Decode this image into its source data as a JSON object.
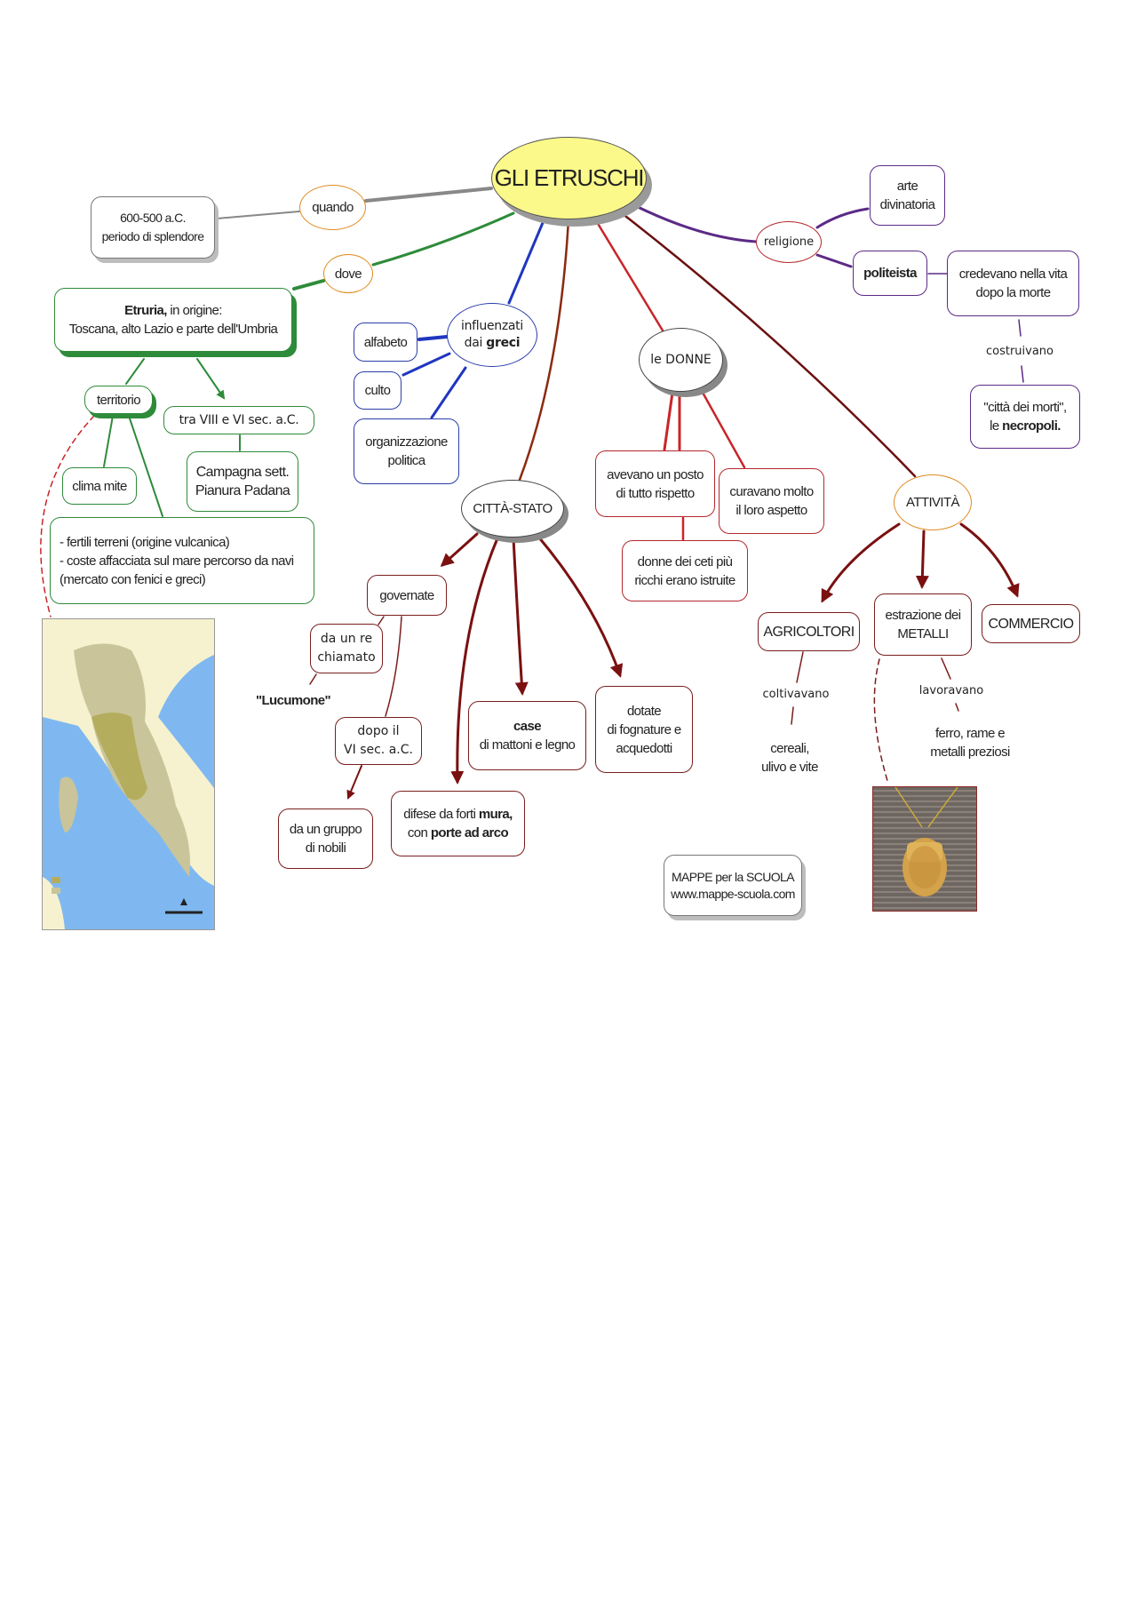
{
  "title": "GLI ETRUSCHI",
  "colors": {
    "title_fill": "#fbf98a",
    "gray": "#888888",
    "green": "#2e8b3a",
    "blue": "#2036c0",
    "brown": "#7a1d1d",
    "red": "#c8252a",
    "purple": "#5b2a86",
    "orange": "#e08a20"
  },
  "quando": {
    "link": "quando",
    "value_line1": "600-500 a.C.",
    "value_line2": "periodo di splendore"
  },
  "dove": {
    "link": "dove",
    "etruria_bold": "Etruria,",
    "etruria_rest": " in origine:",
    "etruria_line2": "Toscana, alto Lazio e parte dell'Umbria",
    "territorio": "territorio",
    "periodo": "tra VIII e VI sec. a.C.",
    "campagna_line1": "Campagna sett.",
    "campagna_line2": "Pianura Padana",
    "clima": "clima mite",
    "fertili_line1": "- fertili terreni (origine vulcanica)",
    "fertili_line2": "- coste affacciata sul mare percorso da navi",
    "fertili_line3": "(mercato con fenici e greci)",
    "map_image": "map-of-etruria"
  },
  "influenze": {
    "node_line1": "influenzati",
    "node_line2_a": "dai ",
    "node_line2_b": "greci",
    "items": [
      "alfabeto",
      "culto"
    ],
    "organizzazione_line1": "organizzazione",
    "organizzazione_line2": "politica"
  },
  "citta": {
    "node": "CITTÀ-STATO",
    "governate": "governate",
    "re_line1": "da un re",
    "re_line2": "chiamato",
    "lucumone": "\"Lucumone\"",
    "dopo_line1": "dopo il",
    "dopo_line2": "VI sec. a.C.",
    "nobili_line1": "da un gruppo",
    "nobili_line2": "di nobili",
    "difese_a": "difese da forti ",
    "difese_b": "mura,",
    "difese_c": "con ",
    "difese_d": "porte ad arco",
    "case_line1": "case",
    "case_line2": "di mattoni e legno",
    "dotate_line1": "dotate",
    "dotate_line2": "di fognature e",
    "dotate_line3": "acquedotti"
  },
  "donne": {
    "node": "le DONNE",
    "posto_line1": "avevano un posto",
    "posto_line2": "di tutto rispetto",
    "aspetto_line1": "curavano molto",
    "aspetto_line2": "il loro aspetto",
    "istruite_line1": "donne dei ceti più",
    "istruite_line2": "ricchi erano istruite"
  },
  "religione": {
    "node": "religione",
    "arte_line1": "arte",
    "arte_line2": "divinatoria",
    "politeista": "politeista",
    "vita_line1": "credevano nella vita",
    "vita_line2": "dopo la morte",
    "costruivano": "costruivano",
    "morti_line1": "\"città dei morti\",",
    "morti_line2_a": "le ",
    "morti_line2_b": "necropoli."
  },
  "attivita": {
    "node": "ATTIVITÀ",
    "agricoltori": "AGRICOLTORI",
    "metalli_line1": "estrazione dei",
    "metalli_line2": "METALLI",
    "commercio": "COMMERCIO",
    "coltivavano": "coltivavano",
    "cereali_line1": "cereali,",
    "cereali_line2": "ulivo e vite",
    "lavoravano": "lavoravano",
    "ferro_line1": "ferro, rame e",
    "ferro_line2": "metalli preziosi",
    "pendant_image": "etruscan-gold-pendant"
  },
  "credits": {
    "line1": "MAPPE per la SCUOLA",
    "line2": "www.mappe-scuola.com"
  }
}
